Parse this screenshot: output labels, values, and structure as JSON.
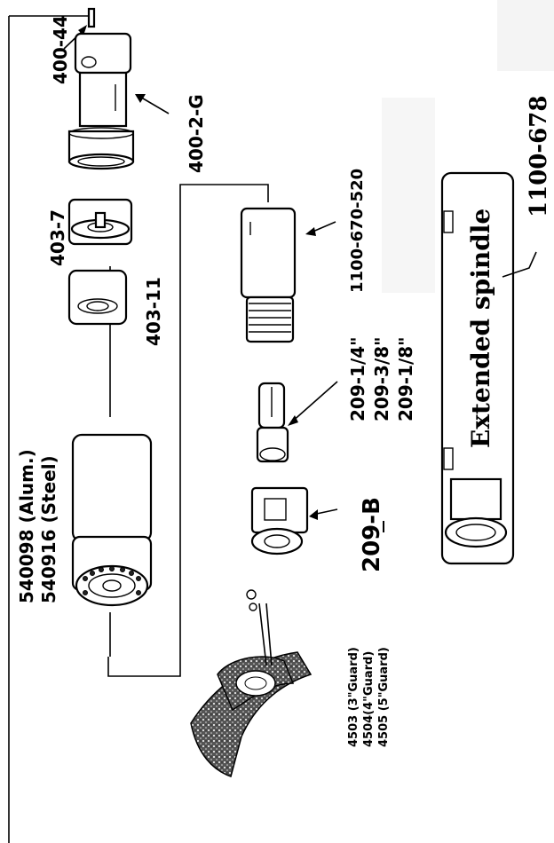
{
  "labels": {
    "p400_44": "400-44",
    "p400_2g": "400-2-G",
    "p403_7": "403-7",
    "p403_11": "403-11",
    "p1100_670": "1100-670-520",
    "p209_14": "209-1/4\"",
    "p209_38": "209-3/8\"",
    "p209_18": "209-1/8\"",
    "p209b": "209-B",
    "p540098": "540098 (Alum.)",
    "p540916": "540916 (Steel)",
    "g4503": "4503 (3\"Guard)",
    "g4504": "4504(4\"Guard)",
    "g4505": "4505 (5\"Guard)",
    "ext_spindle": "Extended spindle",
    "p1100_678": "1100-678"
  },
  "colors": {
    "ink": "#000000",
    "paper": "#ffffff",
    "shade": "#f4f4f4"
  }
}
